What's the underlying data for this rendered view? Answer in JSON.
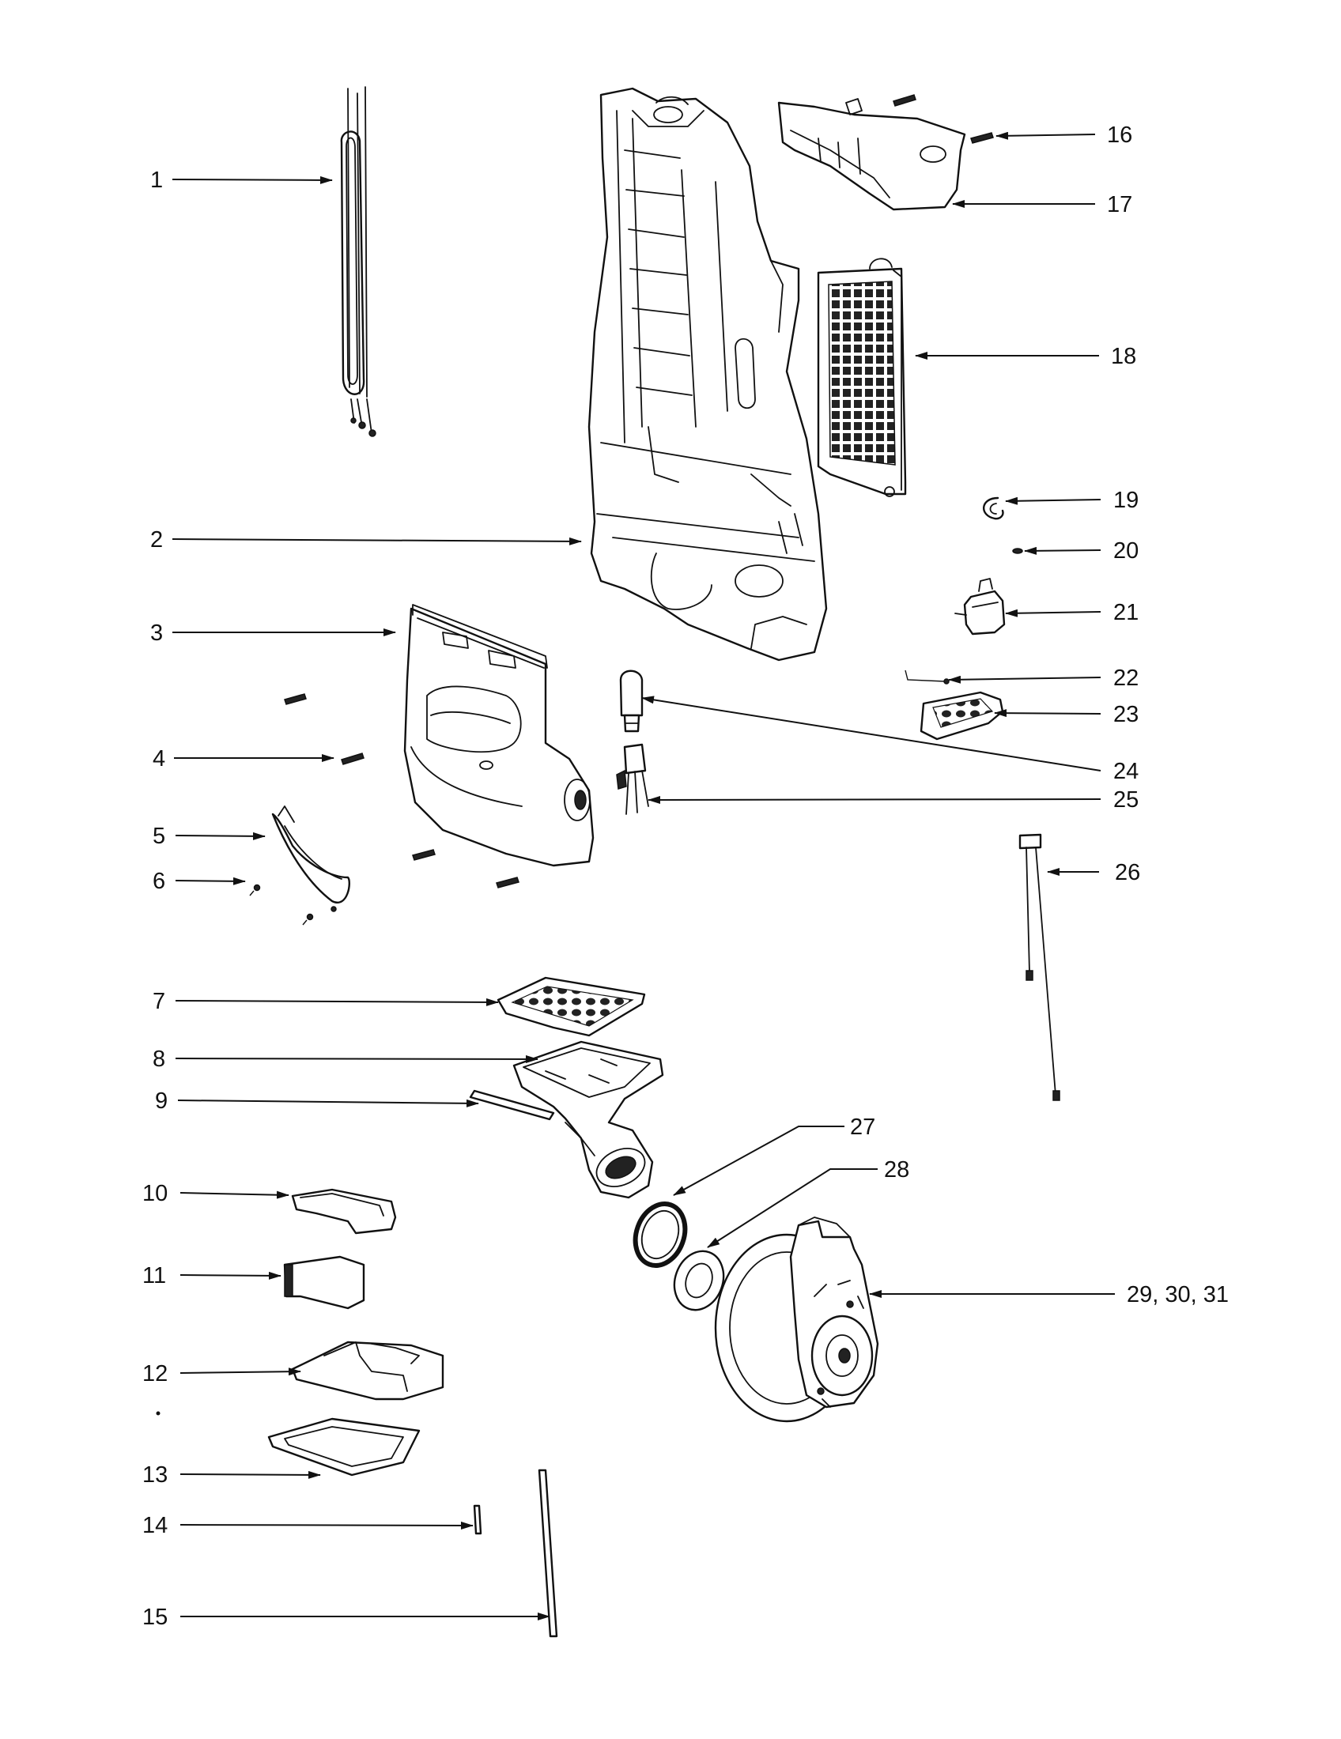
{
  "callouts": {
    "c1": "1",
    "c2": "2",
    "c3": "3",
    "c4": "4",
    "c5": "5",
    "c6": "6",
    "c7": "7",
    "c8": "8",
    "c9": "9",
    "c10": "10",
    "c11": "11",
    "c12": "12",
    "c13": "13",
    "c14": "14",
    "c15": "15",
    "c16": "16",
    "c17": "17",
    "c18": "18",
    "c19": "19",
    "c20": "20",
    "c21": "21",
    "c22": "22",
    "c23": "23",
    "c24": "24",
    "c25": "25",
    "c26": "26",
    "c27": "27",
    "c28": "28",
    "c29": "29, 30, 31"
  }
}
